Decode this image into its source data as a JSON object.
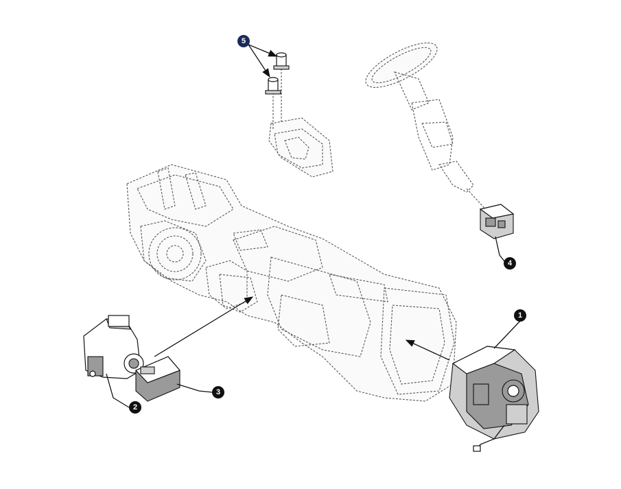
{
  "diagram": {
    "callouts": [
      {
        "id": "1",
        "label": "1",
        "fill": "#111111"
      },
      {
        "id": "2",
        "label": "2",
        "fill": "#111111"
      },
      {
        "id": "3",
        "label": "3",
        "fill": "#111111"
      },
      {
        "id": "4",
        "label": "4",
        "fill": "#111111"
      },
      {
        "id": "5",
        "label": "5",
        "fill": "#1a2a5a"
      }
    ]
  }
}
